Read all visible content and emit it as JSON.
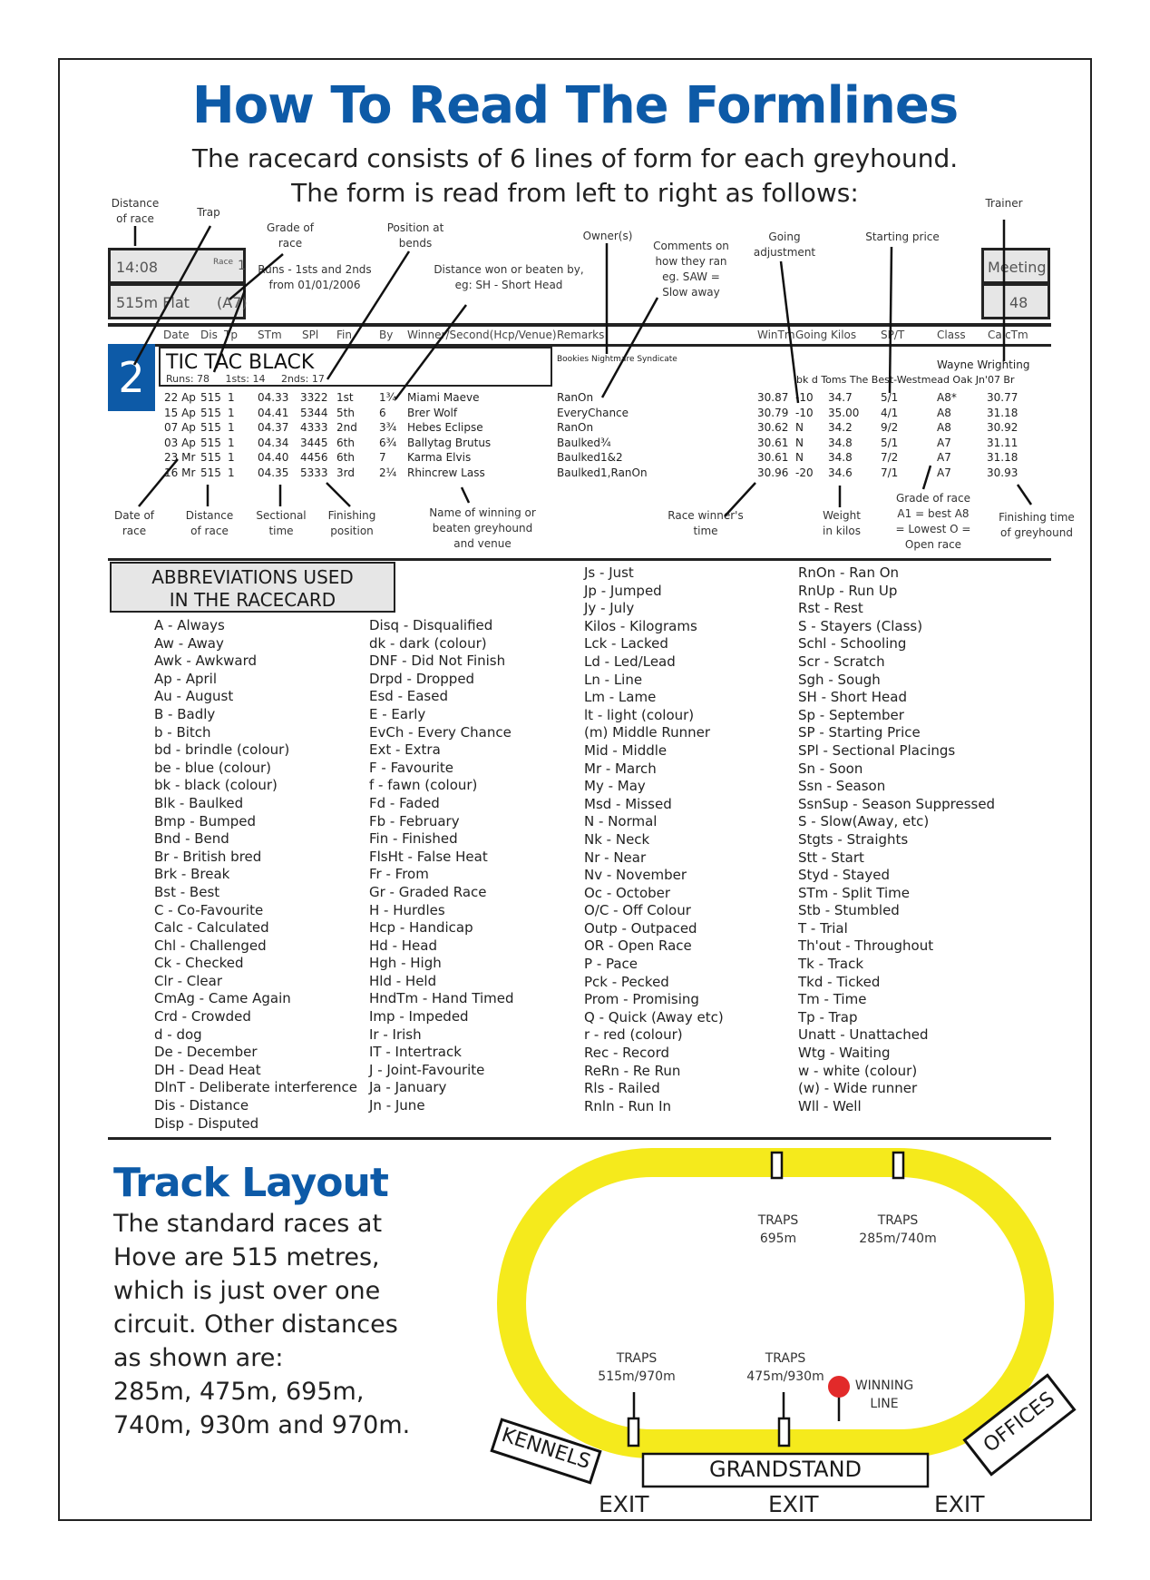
{
  "title": "How To Read The Formlines",
  "subtitle_1": "The racecard consists of 6 lines of form for each greyhound.",
  "subtitle_2": "The form is read from left to right as follows:",
  "callouts_top": {
    "distance": "Distance of race",
    "trap": "Trap",
    "grade": "Grade of race",
    "runs": "Runs - 1sts and 2nds from 01/01/2006",
    "position": "Position at bends",
    "distance_won": "Distance won or beaten by, eg: SH - Short Head",
    "owners": "Owner(s)",
    "comments": "Comments on how they ran eg. SAW = Slow away",
    "going": "Going adjustment",
    "sp": "Starting price",
    "trainer": "Trainer"
  },
  "race_box": {
    "time": "14:08",
    "race_label": "Race",
    "race_num": "1",
    "distance": "515m Flat",
    "grade": "(A7)"
  },
  "meeting_box": {
    "label": "Meeting",
    "num": "48"
  },
  "columns": [
    "Date",
    "Dis",
    "Tp",
    "STm",
    "SPl",
    "Fin",
    "By",
    "Winner/Second(Hcp/Venue)",
    "Remarks",
    "WinTm",
    "Going",
    "Kilos",
    "SP/T",
    "Class",
    "CalcTm"
  ],
  "dog": {
    "trap": "2",
    "name": "TIC TAC BLACK",
    "stats": "Runs: 78     1sts: 14     2nds: 17",
    "owner": "Bookies Nightmare Syndicate",
    "trainer": "Wayne Wrighting",
    "breeding": "bk d Toms The Best-Westmead Oak Jn'07 Br"
  },
  "form_rows": [
    [
      "22 Ap",
      "515",
      "1",
      "04.33",
      "3322",
      "1st",
      "1¾",
      "Miami Maeve",
      "RanOn",
      "30.87",
      "-10",
      "34.7",
      "5/1",
      "A8*",
      "30.77"
    ],
    [
      "15 Ap",
      "515",
      "1",
      "04.41",
      "5344",
      "5th",
      "6",
      "Brer Wolf",
      "EveryChance",
      "30.79",
      "-10",
      "35.00",
      "4/1",
      "A8",
      "31.18"
    ],
    [
      "07 Ap",
      "515",
      "1",
      "04.37",
      "4333",
      "2nd",
      "3¾",
      "Hebes Eclipse",
      "RanOn",
      "30.62",
      "N",
      "34.2",
      "9/2",
      "A8",
      "30.92"
    ],
    [
      "03 Ap",
      "515",
      "1",
      "04.34",
      "3445",
      "6th",
      "6¾",
      "Ballytag Brutus",
      "Baulked¾",
      "30.61",
      "N",
      "34.8",
      "5/1",
      "A7",
      "31.11"
    ],
    [
      "23 Mr",
      "515",
      "1",
      "04.40",
      "4456",
      "6th",
      "7",
      "Karma Elvis",
      "Baulked1&2",
      "30.61",
      "N",
      "34.8",
      "7/2",
      "A7",
      "31.18"
    ],
    [
      "16 Mr",
      "515",
      "1",
      "04.35",
      "5333",
      "3rd",
      "2¼",
      "Rhincrew Lass",
      "Baulked1,RanOn",
      "30.96",
      "-20",
      "34.6",
      "7/1",
      "A7",
      "30.93"
    ]
  ],
  "callouts_bottom": {
    "date": "Date of race",
    "distance": "Distance of race",
    "sectional": "Sectional time",
    "finishing": "Finishing position",
    "winner": "Name of winning or beaten greyhound and venue",
    "race_winner": "Race winner's time",
    "weight": "Weight in kilos",
    "grade": "Grade of race A1 = best A8 = Lowest O = Open race",
    "finish_time": "Finishing time of greyhound"
  },
  "abbr_heading_1": "ABBREVIATIONS USED",
  "abbr_heading_2": "IN THE RACECARD",
  "abbreviations": [
    [
      "A - Always",
      "Aw - Away",
      "Awk - Awkward",
      "Ap - April",
      "Au - August",
      "B - Badly",
      "b - Bitch",
      "bd - brindle (colour)",
      "be - blue (colour)",
      "bk - black (colour)",
      "Blk - Baulked",
      "Bmp - Bumped",
      "Bnd - Bend",
      "Br - British bred",
      "Brk - Break",
      "Bst - Best",
      "C - Co-Favourite",
      "Calc - Calculated",
      "Chl - Challenged",
      "Ck - Checked",
      "Clr - Clear",
      "CmAg - Came Again",
      "Crd - Crowded",
      "d - dog",
      "De - December",
      "DH - Dead Heat",
      "DlnT - Deliberate interference",
      "Dis - Distance",
      "Disp - Disputed"
    ],
    [
      "Disq - Disqualified",
      "dk - dark (colour)",
      "DNF - Did Not Finish",
      "Drpd - Dropped",
      "Esd - Eased",
      "E - Early",
      "EvCh - Every Chance",
      "Ext - Extra",
      "F - Favourite",
      "f - fawn (colour)",
      "Fd - Faded",
      "Fb - February",
      "Fin - Finished",
      "FlsHt - False Heat",
      "Fr - From",
      "Gr - Graded Race",
      "H - Hurdles",
      "Hcp - Handicap",
      "Hd - Head",
      "Hgh - High",
      "Hld - Held",
      "HndTm - Hand Timed",
      "Imp - Impeded",
      "Ir - Irish",
      "IT - Intertrack",
      "J - Joint-Favourite",
      "Ja - January",
      "Jn - June"
    ],
    [
      "Js - Just",
      "Jp - Jumped",
      "Jy - July",
      "Kilos - Kilograms",
      "Lck - Lacked",
      "Ld - Led/Lead",
      "Ln - Line",
      "Lm - Lame",
      "lt - light (colour)",
      "(m) Middle Runner",
      "Mid - Middle",
      "Mr - March",
      "My - May",
      "Msd - Missed",
      "N - Normal",
      "Nk - Neck",
      "Nr - Near",
      "Nv - November",
      "Oc - October",
      "O/C - Off Colour",
      "Outp - Outpaced",
      "OR - Open Race",
      "P - Pace",
      "Pck - Pecked",
      "Prom - Promising",
      "Q - Quick (Away etc)",
      "r - red (colour)",
      "Rec - Record",
      "ReRn - Re Run",
      "Rls - Railed",
      "Rnln - Run In"
    ],
    [
      "RnOn - Ran On",
      "RnUp - Run Up",
      "Rst - Rest",
      "S - Stayers (Class)",
      "Schl - Schooling",
      "Scr - Scratch",
      "Sgh - Sough",
      "SH - Short Head",
      "Sp - September",
      "SP - Starting Price",
      "SPl - Sectional Placings",
      "Sn - Soon",
      "Ssn - Season",
      "SsnSup - Season Suppressed",
      "S - Slow(Away, etc)",
      "Stgts - Straights",
      "Stt - Start",
      "Styd - Stayed",
      "STm - Split Time",
      "Stb - Stumbled",
      "T - Trial",
      "Th'out - Throughout",
      "Tk - Track",
      "Tkd - Ticked",
      "Tm - Time",
      "Tp - Trap",
      "Unatt - Unattached",
      "Wtg - Waiting",
      "w - white (colour)",
      "(w) - Wide runner",
      "Wll - Well"
    ]
  ],
  "track": {
    "title": "Track Layout",
    "desc": [
      "The standard races at",
      "Hove are 515 metres,",
      "which is just over one",
      "circuit. Other distances",
      "as shown are:",
      "285m, 475m, 695m,",
      "740m, 930m and 970m."
    ],
    "traps_word": "TRAPS",
    "trap_695": "695m",
    "trap_285": "285m/740m",
    "trap_515": "515m/970m",
    "trap_475": "475m/930m",
    "winning_1": "WINNING",
    "winning_2": "LINE",
    "kennels": "KENNELS",
    "offices": "OFFICES",
    "grandstand": "GRANDSTAND",
    "exit": "EXIT"
  },
  "colors": {
    "blue": "#0d5aa7",
    "track": "#f5ea1c",
    "red": "#e22a2a"
  }
}
